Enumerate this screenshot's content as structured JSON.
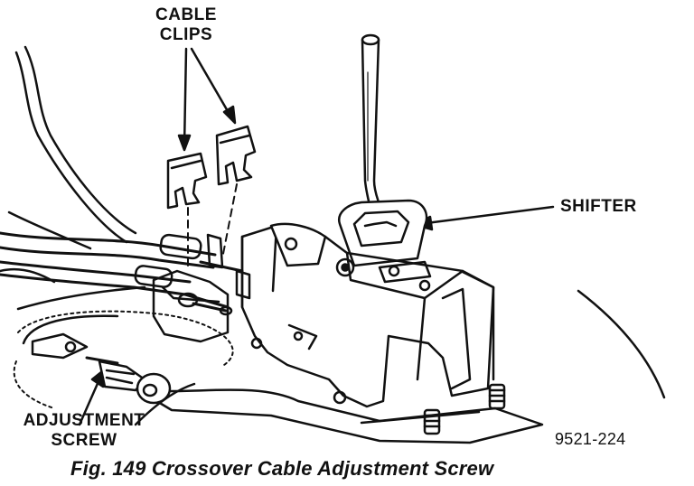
{
  "labels": {
    "cable_clips_line1": "CABLE",
    "cable_clips_line2": "CLIPS",
    "shifter": "SHIFTER",
    "adjustment_line1": "ADJUSTMENT",
    "adjustment_line2": "SCREW",
    "part_number": "9521-224"
  },
  "caption": "Fig. 149 Crossover Cable Adjustment Screw"
}
